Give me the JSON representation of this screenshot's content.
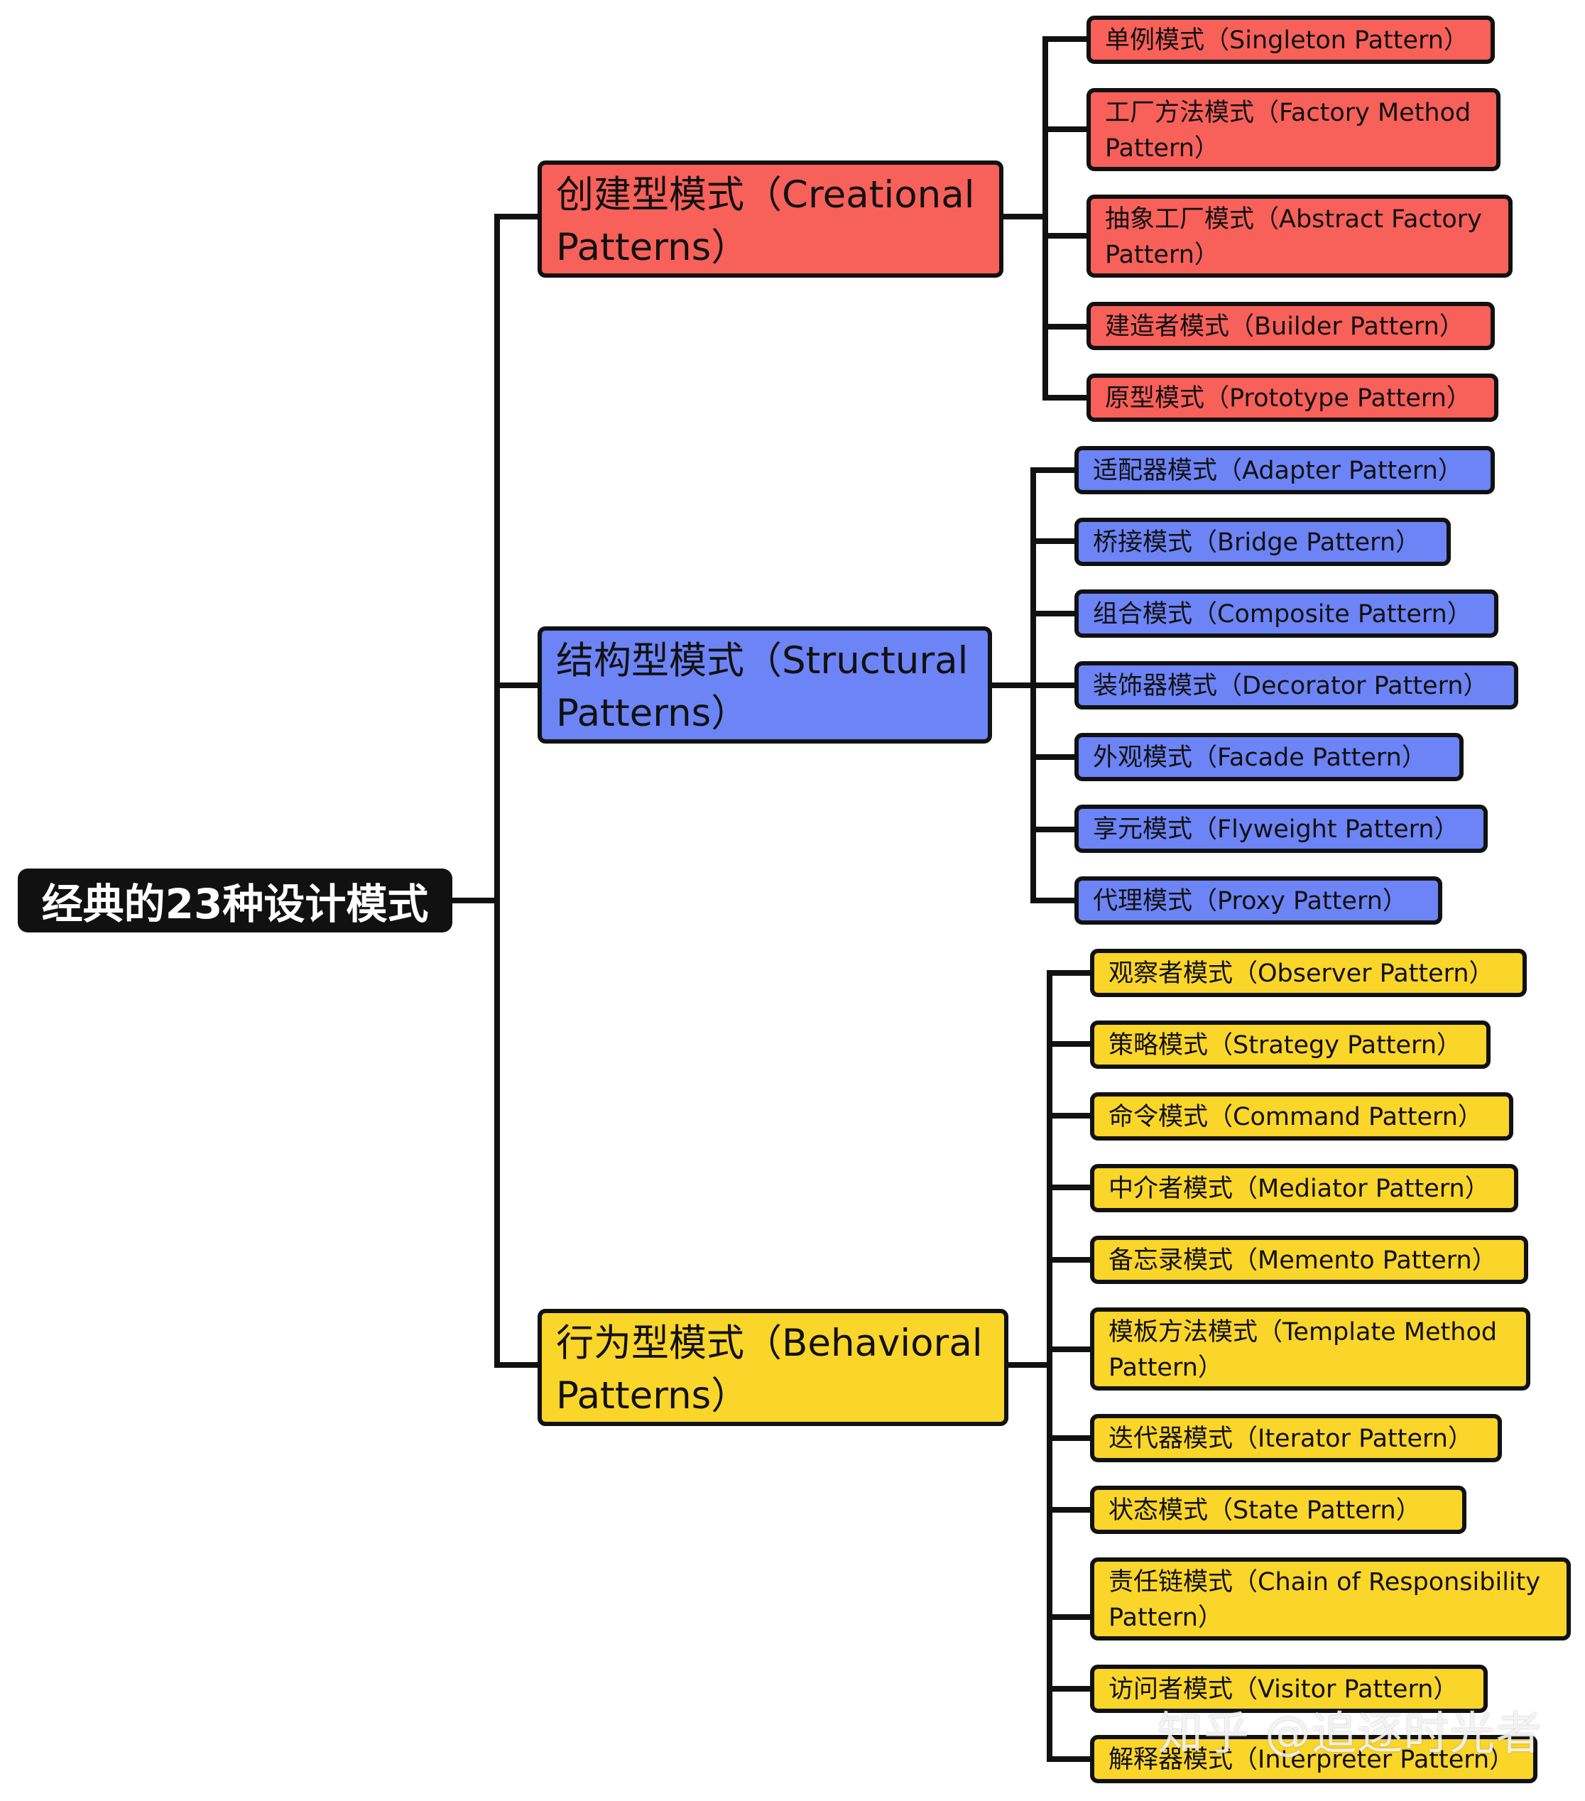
{
  "root": {
    "label": "经典的23种设计模式"
  },
  "creational": {
    "label": "创建型模式（Creational Patterns）",
    "color": "#f8605a",
    "items": [
      "单例模式（Singleton Pattern）",
      "工厂方法模式（Factory Method Pattern）",
      "抽象工厂模式（Abstract Factory Pattern）",
      "建造者模式（Builder Pattern）",
      "原型模式（Prototype Pattern）"
    ]
  },
  "structural": {
    "label": "结构型模式（Structural Patterns）",
    "color": "#6c84f5",
    "items": [
      "适配器模式（Adapter Pattern）",
      "桥接模式（Bridge Pattern）",
      "组合模式（Composite Pattern）",
      "装饰器模式（Decorator Pattern）",
      "外观模式（Facade Pattern）",
      "享元模式（Flyweight Pattern）",
      "代理模式（Proxy Pattern）"
    ]
  },
  "behavioral": {
    "label": "行为型模式（Behavioral Patterns）",
    "color": "#fad52a",
    "items": [
      "观察者模式（Observer Pattern）",
      "策略模式（Strategy Pattern）",
      "命令模式（Command Pattern）",
      "中介者模式（Mediator Pattern）",
      "备忘录模式（Memento Pattern）",
      "模板方法模式（Template Method Pattern）",
      "迭代器模式（Iterator Pattern）",
      "状态模式（State Pattern）",
      "责任链模式（Chain of Responsibility Pattern）",
      "访问者模式（Visitor Pattern）",
      "解释器模式（Interpreter Pattern）"
    ]
  },
  "watermark": "知乎 @追逐时光者"
}
